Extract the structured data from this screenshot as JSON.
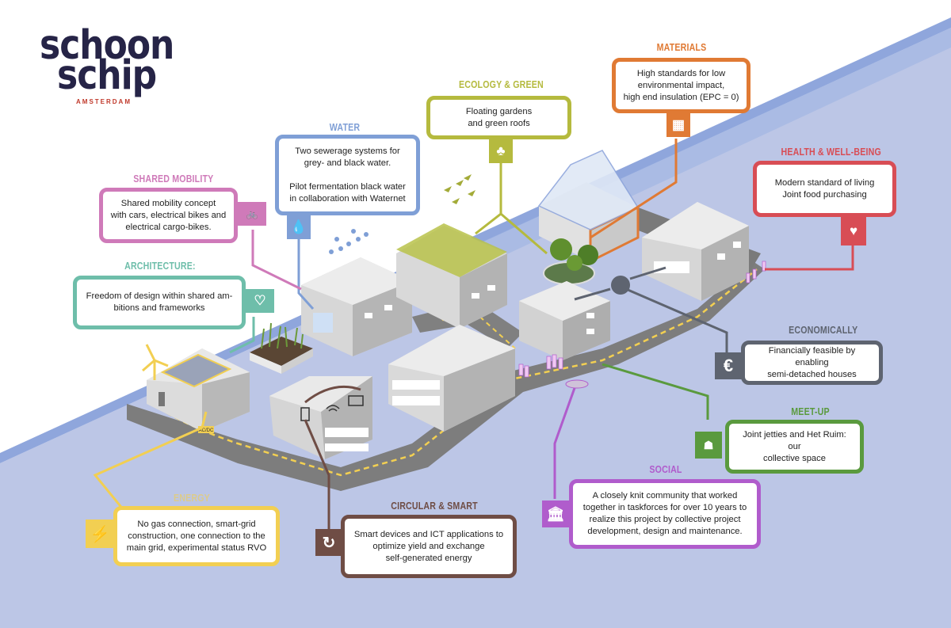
{
  "logo": {
    "line1": "schoon",
    "line2": "schip",
    "subtitle": "AMSTERDAM"
  },
  "colors": {
    "water": "#bcc6e6",
    "water_dark": "#8fa6dc",
    "materials": "#e07a34",
    "ecology": "#b5ba3e",
    "water_theme": "#7f9fd6",
    "mobility": "#cf7ab9",
    "architecture": "#6ebeaa",
    "health": "#d84d55",
    "economically": "#5e6470",
    "meetup": "#5a9a3e",
    "social": "#b05ccc",
    "circular": "#6f4d45",
    "energy": "#f2cf52"
  },
  "themes": [
    {
      "key": "materials",
      "title": "MATERIALS",
      "text": "High standards for low\nenvironmental impact,\nhigh end insulation (EPC = 0)",
      "icon": "brick-icon"
    },
    {
      "key": "ecology",
      "title": "ECOLOGY & GREEN",
      "text": "Floating gardens\nand green roofs",
      "icon": "tree-icon"
    },
    {
      "key": "water",
      "title": "WATER",
      "text": "Two sewerage systems for\ngrey- and black water.\n\nPilot fermentation black water\nin collaboration with Waternet",
      "icon": "water-drop-icon"
    },
    {
      "key": "mobility",
      "title": "SHARED MOBILITY",
      "text": "Shared mobility concept\nwith cars, electrical bikes and\nelectrical cargo-bikes.",
      "icon": "cargo-bike-icon"
    },
    {
      "key": "architecture",
      "title": "ARCHITECTURE:",
      "text": "Freedom of design within shared am-\nbitions and frameworks",
      "icon": "heart-icon"
    },
    {
      "key": "health",
      "title": "HEALTH & WELL-BEING",
      "text": "Modern standard of living\nJoint food purchasing",
      "icon": "heartbeat-icon"
    },
    {
      "key": "economically",
      "title": "ECONOMICALLY",
      "text": "Financially feasible by enabling\nsemi-detached houses",
      "icon": "euro-icon"
    },
    {
      "key": "meetup",
      "title": "MEET-UP",
      "text": "Joint jetties and Het Ruim: our\ncollective space",
      "icon": "group-icon"
    },
    {
      "key": "social",
      "title": "SOCIAL",
      "text": "A closely knit community that worked\ntogether in taskforces for over 10 years to\nrealize this project by collective project\ndevelopment, design and maintenance.",
      "icon": "institution-icon"
    },
    {
      "key": "circular",
      "title": "CIRCULAR & SMART",
      "text": "Smart devices and ICT applications to\noptimize yield and exchange\nself-generated energy",
      "icon": "cycle-icon"
    },
    {
      "key": "energy",
      "title": "ENERGY",
      "text": "No gas connection, smart-grid\nconstruction, one connection to the\nmain grid, experimental status  RVO",
      "icon": "lightning-icon"
    }
  ],
  "illustration": {
    "converter_label": "AC/DC"
  }
}
